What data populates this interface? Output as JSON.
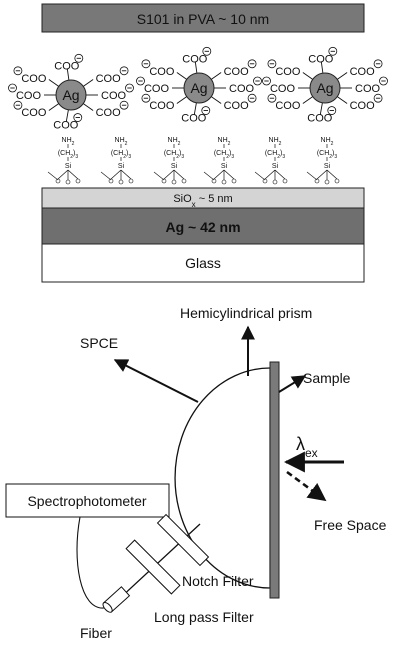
{
  "layers": {
    "top": "S101 in PVA ~ 10 nm",
    "silica": "SiO",
    "silica_sub": "x",
    "silica_rest": " ~ 5 nm",
    "silver": "Ag ~ 42 nm",
    "glass": "Glass"
  },
  "particles": {
    "label": "Ag",
    "group": "COO",
    "minus": "⊖"
  },
  "linker": {
    "amine": "NH",
    "amine_sub": "2",
    "chain": "(CH",
    "chain_sub": "2",
    "chain_close": ")",
    "chain_n": "3",
    "silicon": "Si"
  },
  "setup": {
    "spce": "SPCE",
    "prism": "Hemicylindrical prism",
    "sample": "Sample",
    "lambda": "λ",
    "lambda_sub": "ex",
    "free_space": "Free Space",
    "spectrophotometer": "Spectrophotometer",
    "notch": "Notch Filter",
    "longpass": "Long pass Filter",
    "fiber": "Fiber"
  },
  "colors": {
    "top_layer": "#787878",
    "silica_layer": "#d4d4d4",
    "silver_layer": "#6f6f6f",
    "particle": "#8a8a8a",
    "sample_bar": "#7a7a7a"
  }
}
